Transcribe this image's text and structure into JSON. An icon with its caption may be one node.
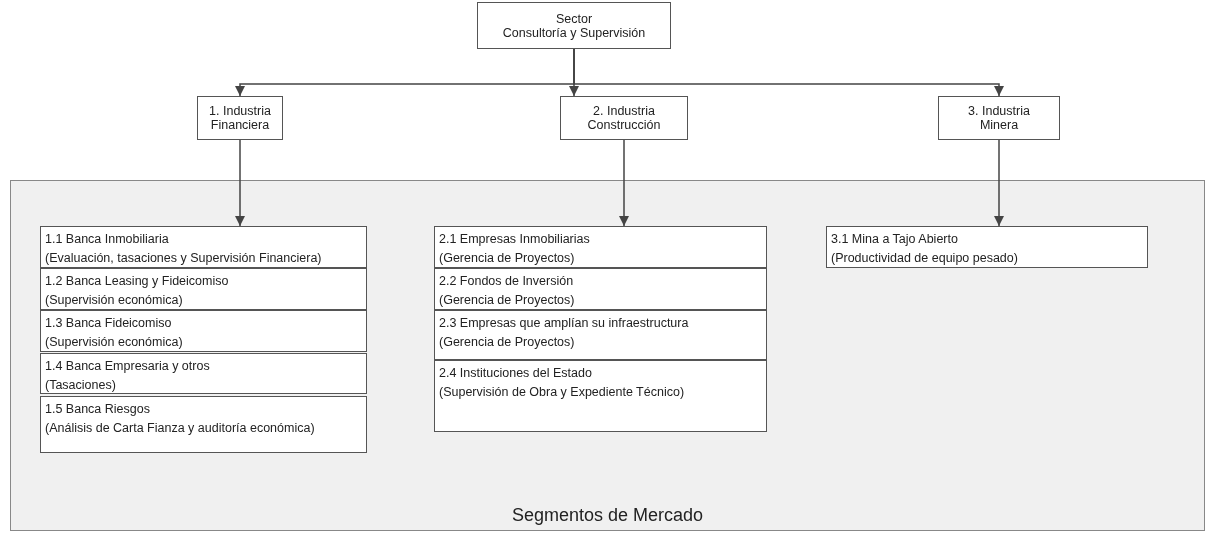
{
  "diagram": {
    "nodes": [
      {
        "text": [
          "Sector",
          "Consultoría y Supervisión"
        ]
      },
      {
        "text": [
          "1. Industria Financiera"
        ]
      },
      {
        "text": [
          "2. Industria Construcción"
        ]
      },
      {
        "text": [
          "3. Industria Minera"
        ]
      },
      {
        "text": [
          "Segmentos de Mercado"
        ]
      },
      {
        "text": [
          "1.1 Banca Inmobiliaria",
          "(Evaluación, tasaciones y Supervisión Financiera)"
        ],
        "in": 4
      },
      {
        "text": [
          "1.2 Banca Leasing y Fideicomiso",
          "(Supervisión económica)"
        ],
        "in": 4
      },
      {
        "text": [
          "1.3 Banca Fideicomiso",
          "(Supervisión económica)"
        ],
        "in": 4
      },
      {
        "text": [
          "1.4 Banca Empresaria y otros",
          "(Tasaciones)"
        ],
        "in": 4
      },
      {
        "text": [
          "1.5 Banca Riesgos",
          "(Análisis de Carta Fianza y auditoría económica)"
        ],
        "in": 4
      },
      {
        "text": [
          "2.1 Empresas Inmobiliarias",
          "(Gerencia de Proyectos)"
        ],
        "in": 4
      },
      {
        "text": [
          "2.2 Fondos de Inversión",
          "(Gerencia de Proyectos)"
        ],
        "in": 4
      },
      {
        "text": [
          "2.3 Empresas que amplían su infraestructura",
          "(Gerencia de Proyectos)"
        ],
        "in": 4
      },
      {
        "text": [
          "2.4 Instituciones del Estado",
          "(Supervisión de Obra y Expediente Técnico)"
        ],
        "in": 4
      },
      {
        "text": [
          "3.1 Mina a Tajo Abierto",
          "(Productividad de equipo pesado)"
        ],
        "in": 4
      }
    ],
    "edges": [
      {
        "from": 0,
        "to": 1,
        "arrow": "to"
      },
      {
        "from": 0,
        "to": 2,
        "arrow": "to"
      },
      {
        "from": 0,
        "to": 3,
        "arrow": "to"
      },
      {
        "from": 1,
        "to": 5,
        "arrow": "to"
      },
      {
        "from": 2,
        "to": 10,
        "arrow": "to"
      },
      {
        "from": 3,
        "to": 14,
        "arrow": "to"
      }
    ]
  }
}
